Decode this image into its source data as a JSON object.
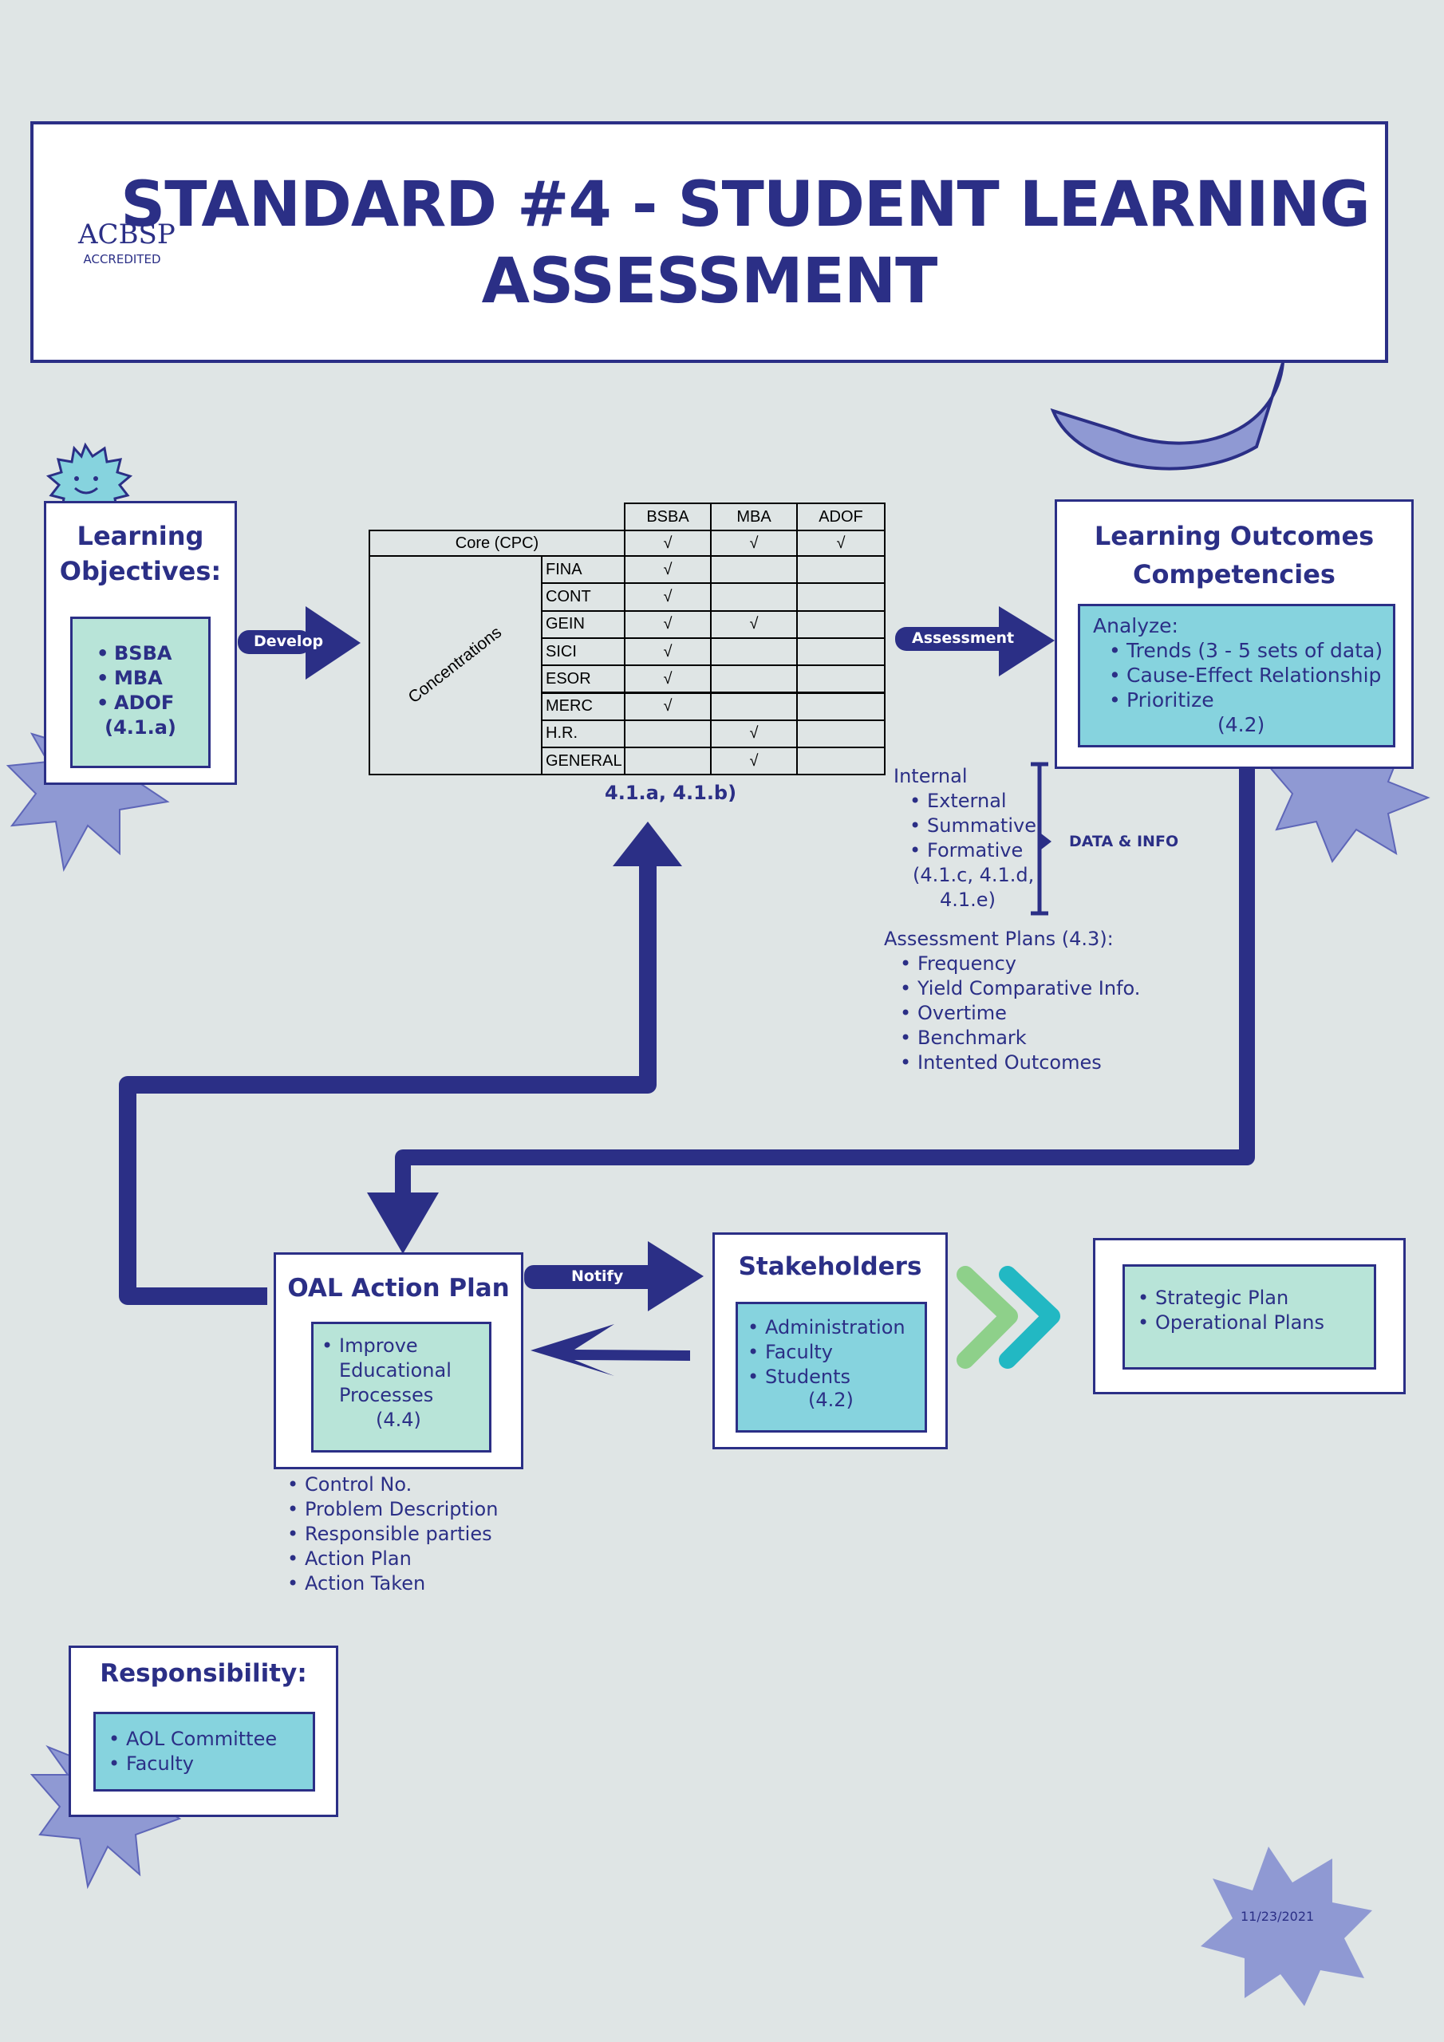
{
  "header": {
    "logo": "ACBSP",
    "logo_sub": "ACCREDITED",
    "title_line1": "STANDARD #4 - STUDENT LEARNING",
    "title_line2": "ASSESSMENT"
  },
  "learning_objectives": {
    "title_line1": "Learning",
    "title_line2": "Objectives:",
    "items": [
      "BSBA",
      "MBA",
      "ADOF"
    ],
    "ref": "(4.1.a)"
  },
  "arrows": {
    "develop": "Develop",
    "assessment": "Assessment",
    "notify": "Notify"
  },
  "matrix": {
    "columns": [
      "BSBA",
      "MBA",
      "ADOF"
    ],
    "core_label": "Core (CPC)",
    "core_marks": [
      "√",
      "√",
      "√"
    ],
    "concentrations_label": "Concentrations",
    "rows": [
      {
        "name": "FINA",
        "marks": [
          "√",
          "",
          ""
        ]
      },
      {
        "name": "CONT",
        "marks": [
          "√",
          "",
          ""
        ]
      },
      {
        "name": "GEIN",
        "marks": [
          "√",
          "√",
          ""
        ]
      },
      {
        "name": "SICI",
        "marks": [
          "√",
          "",
          ""
        ]
      },
      {
        "name": "ESOR",
        "marks": [
          "√",
          "",
          ""
        ]
      },
      {
        "name": "MERC",
        "marks": [
          "√",
          "",
          ""
        ]
      },
      {
        "name": "H.R.",
        "marks": [
          "",
          "√",
          ""
        ]
      },
      {
        "name": "GENERAL",
        "marks": [
          "",
          "√",
          ""
        ]
      }
    ],
    "ref": "4.1.a, 4.1.b)"
  },
  "learning_outcomes": {
    "title_line1": "Learning Outcomes",
    "title_line2": "Competencies",
    "analyze_label": "Analyze:",
    "items": [
      "Trends (3 - 5 sets of data)",
      "Cause-Effect Relationship",
      "Prioritize"
    ],
    "ref": "(4.2)"
  },
  "data_info": {
    "first": "Internal",
    "items": [
      "External",
      "Summative",
      "Formative"
    ],
    "ref_line1": "(4.1.c, 4.1.d,",
    "ref_line2": "4.1.e)",
    "bracket_label": "DATA & INFO"
  },
  "assessment_plans": {
    "title": "Assessment Plans (4.3):",
    "items": [
      "Frequency",
      "Yield Comparative Info.",
      "Overtime",
      "Benchmark",
      "Intented Outcomes"
    ]
  },
  "oal": {
    "title": "OAL Action Plan",
    "items": [
      "Improve Educational Processes"
    ],
    "ref": "(4.4)",
    "details": [
      "Control No.",
      "Problem Description",
      "Responsible parties",
      "Action Plan",
      "Action Taken"
    ]
  },
  "stakeholders": {
    "title": "Stakeholders",
    "items": [
      "Administration",
      "Faculty",
      "Students"
    ],
    "ref": "(4.2)"
  },
  "plans": {
    "items": [
      "Strategic Plan",
      "Operational Plans"
    ]
  },
  "responsibility": {
    "title": "Responsibility:",
    "items": [
      "AOL Committee",
      "Faculty"
    ]
  },
  "date": "11/23/2021",
  "colors": {
    "navy": "#2b2f86",
    "mint": "#b8e4d8",
    "cyan": "#86d3de",
    "periwinkle": "#8f99d3",
    "background": "#dfe5e5",
    "logo_orange": "#ee7d2c",
    "chevron_green": "#8ed08a",
    "chevron_teal": "#22b8c3"
  },
  "icons": [
    "smiley-sun-icon",
    "double-chevron-icon",
    "starburst-icon"
  ]
}
